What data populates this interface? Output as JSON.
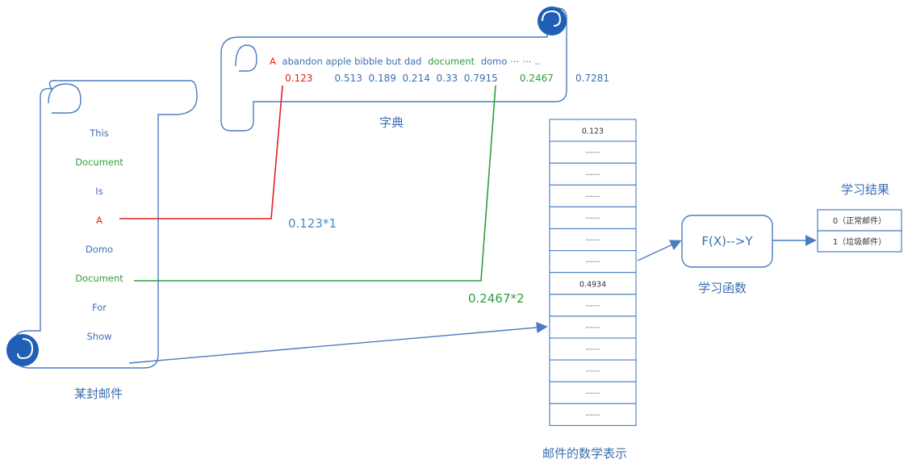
{
  "email_scroll": {
    "words": [
      {
        "text": "This",
        "color": "#3a6fb0"
      },
      {
        "text": "Document",
        "color": "#2e9e3a"
      },
      {
        "text": "Is",
        "color": "#3a6fb0"
      },
      {
        "text": "A",
        "color": "#e02020"
      },
      {
        "text": "Domo",
        "color": "#3a6fb0"
      },
      {
        "text": "Document",
        "color": "#2e9e3a"
      },
      {
        "text": "For",
        "color": "#3a6fb0"
      },
      {
        "text": "Show",
        "color": "#3a6fb0"
      }
    ],
    "caption": "某封邮件"
  },
  "dictionary": {
    "word_a": "A",
    "words_mid": "abandon apple bibble but dad",
    "word_doc": "document",
    "words_end": "domo ⋯ ⋯ ..",
    "value_a": "0.123",
    "values_mid": "0.513  0.189  0.214  0.33  0.7915",
    "value_doc": "0.2467",
    "value_end": "0.7281",
    "caption": "字典"
  },
  "calc_labels": {
    "a_weight": "0.123*1",
    "doc_weight": "0.2467*2"
  },
  "vector": {
    "cells": [
      "0.123",
      "······",
      "······",
      "······",
      "······",
      "······",
      "······",
      "0.4934",
      "······",
      "······",
      "······",
      "······",
      "······",
      "······"
    ],
    "caption": "邮件的数学表示"
  },
  "function_box": {
    "label": "F(X)-->Y",
    "caption": "学习函数"
  },
  "results": {
    "title": "学习结果",
    "items": [
      "0（正常邮件）",
      "1（垃圾邮件）"
    ]
  },
  "colors": {
    "blue": "#3a6fb0",
    "red": "#e02020",
    "green": "#2e9e3a",
    "outline": "#4a7cc0"
  }
}
